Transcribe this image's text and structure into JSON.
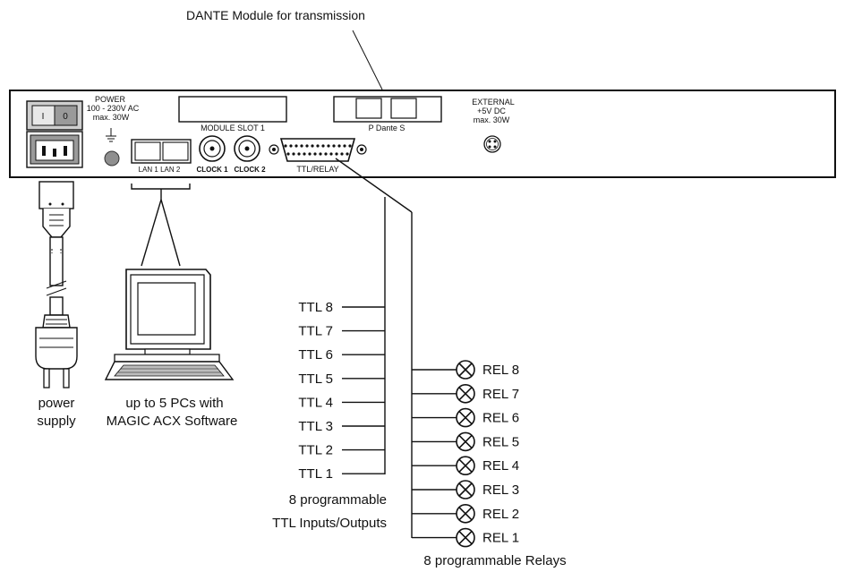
{
  "callout": {
    "dante_module": "DANTE Module for transmission"
  },
  "panel": {
    "power_line1": "POWER",
    "power_line2": "100 - 230V AC",
    "power_line3": "max. 30W",
    "switch_on": "I",
    "switch_off": "0",
    "module_slot": "MODULE SLOT 1",
    "dante_slot": "P Dante S",
    "external_line1": "EXTERNAL",
    "external_line2": "+5V DC",
    "external_line3": "max. 30W",
    "lan_label": "LAN 1 LAN 2",
    "clock1": "CLOCK 1",
    "clock2": "CLOCK 2",
    "ttl_relay": "TTL/RELAY"
  },
  "left": {
    "power_supply_line1": "power",
    "power_supply_line2": "supply",
    "pcs_line1": "up to 5 PCs with",
    "pcs_line2": "MAGIC ACX Software"
  },
  "ttl": {
    "items": [
      "TTL 8",
      "TTL 7",
      "TTL 6",
      "TTL 5",
      "TTL 4",
      "TTL 3",
      "TTL 2",
      "TTL 1"
    ],
    "caption_line1": "8 programmable",
    "caption_line2": "TTL Inputs/Outputs"
  },
  "relays": {
    "items": [
      "REL 8",
      "REL 7",
      "REL 6",
      "REL 5",
      "REL 4",
      "REL 3",
      "REL 2",
      "REL 1"
    ],
    "caption": "8 programmable Relays"
  }
}
